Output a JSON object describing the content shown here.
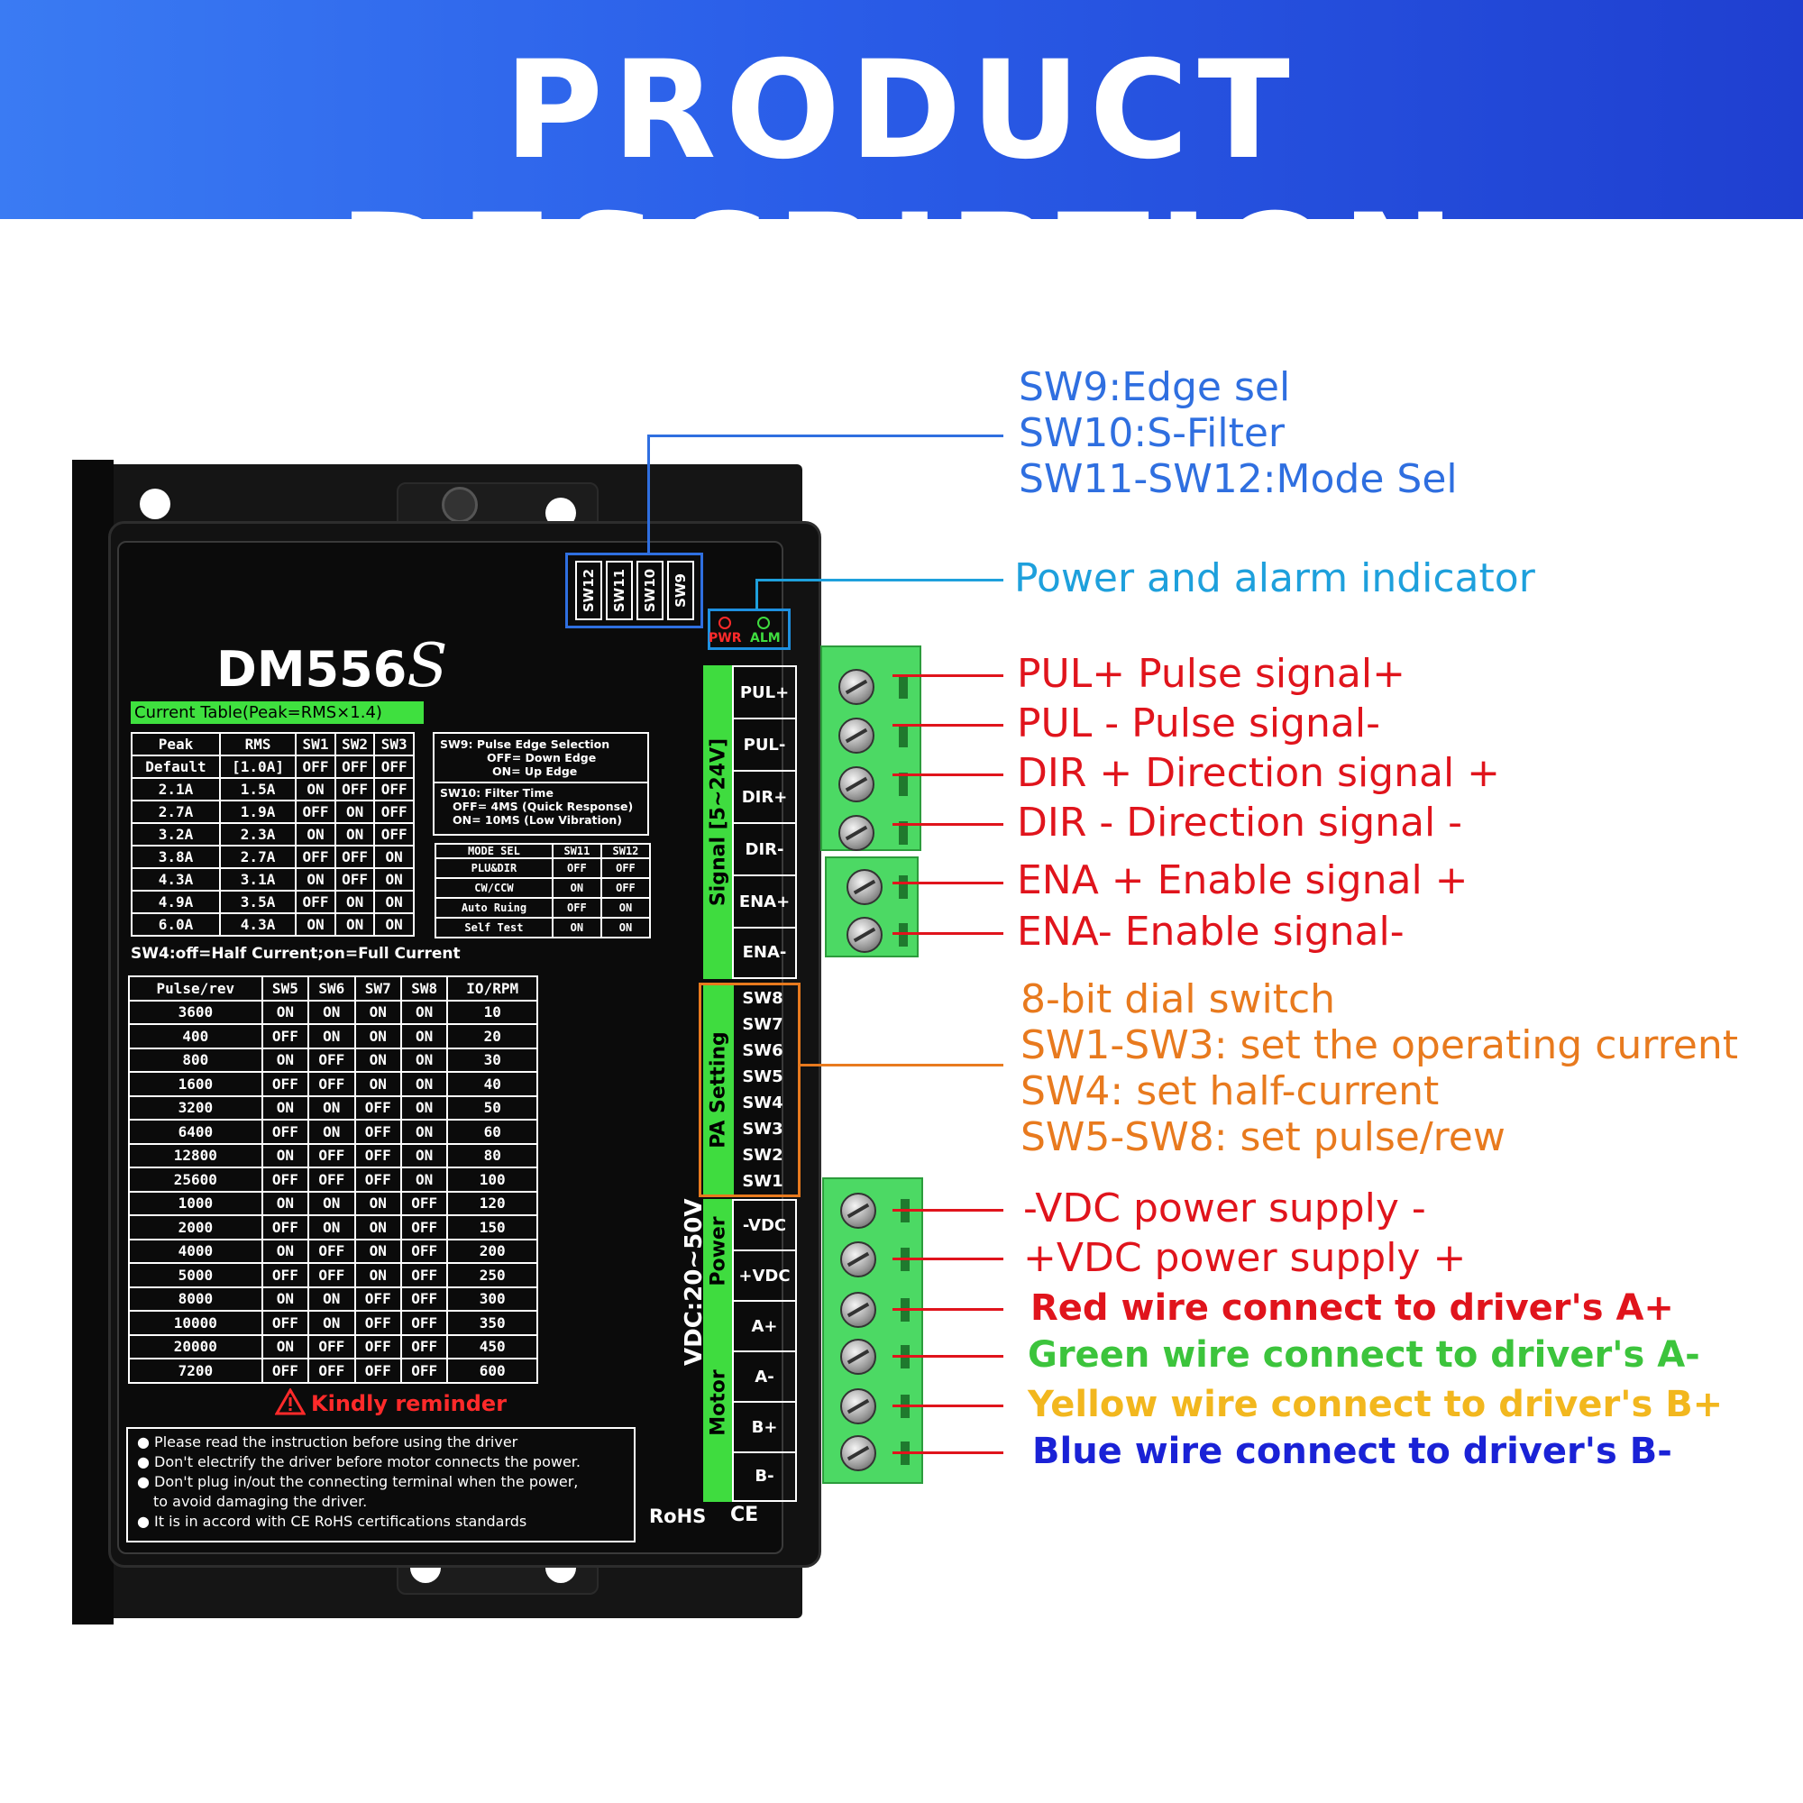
{
  "banner": {
    "title": "PRODUCT DESCRIPTION",
    "bg_start": "#3a7bf3",
    "bg_end": "#1f3fd0"
  },
  "device": {
    "model": "DM556",
    "model_suffix": "S",
    "current_table_title": "Current Table(Peak=RMS×1.4)",
    "current_table": {
      "headers": [
        "Peak",
        "RMS",
        "SW1",
        "SW2",
        "SW3"
      ],
      "rows": [
        [
          "Default",
          "[1.0A]",
          "OFF",
          "OFF",
          "OFF"
        ],
        [
          "2.1A",
          "1.5A",
          "ON",
          "OFF",
          "OFF"
        ],
        [
          "2.7A",
          "1.9A",
          "OFF",
          "ON",
          "OFF"
        ],
        [
          "3.2A",
          "2.3A",
          "ON",
          "ON",
          "OFF"
        ],
        [
          "3.8A",
          "2.7A",
          "OFF",
          "OFF",
          "ON"
        ],
        [
          "4.3A",
          "3.1A",
          "ON",
          "OFF",
          "ON"
        ],
        [
          "4.9A",
          "3.5A",
          "OFF",
          "ON",
          "ON"
        ],
        [
          "6.0A",
          "4.3A",
          "ON",
          "ON",
          "ON"
        ]
      ]
    },
    "sw9_note": [
      "SW9: Pulse Edge Selection",
      "OFF= Down Edge",
      "ON= Up Edge"
    ],
    "sw10_note": [
      "SW10: Filter Time",
      "OFF= 4MS (Quick Response)",
      "ON= 10MS (Low Vibration)"
    ],
    "mode_table": {
      "headers": [
        "MODE SEL",
        "SW11",
        "SW12"
      ],
      "rows": [
        [
          "PLU&DIR",
          "OFF",
          "OFF"
        ],
        [
          "CW/CCW",
          "ON",
          "OFF"
        ],
        [
          "Auto Ruing",
          "OFF",
          "ON"
        ],
        [
          "Self Test",
          "ON",
          "ON"
        ]
      ]
    },
    "sw4_note": "SW4:off=Half Current;on=Full Current",
    "pulse_table": {
      "headers": [
        "Pulse/rev",
        "SW5",
        "SW6",
        "SW7",
        "SW8",
        "IO/RPM"
      ],
      "rows": [
        [
          "3600",
          "ON",
          "ON",
          "ON",
          "ON",
          "10"
        ],
        [
          "400",
          "OFF",
          "ON",
          "ON",
          "ON",
          "20"
        ],
        [
          "800",
          "ON",
          "OFF",
          "ON",
          "ON",
          "30"
        ],
        [
          "1600",
          "OFF",
          "OFF",
          "ON",
          "ON",
          "40"
        ],
        [
          "3200",
          "ON",
          "ON",
          "OFF",
          "ON",
          "50"
        ],
        [
          "6400",
          "OFF",
          "ON",
          "OFF",
          "ON",
          "60"
        ],
        [
          "12800",
          "ON",
          "OFF",
          "OFF",
          "ON",
          "80"
        ],
        [
          "25600",
          "OFF",
          "OFF",
          "OFF",
          "ON",
          "100"
        ],
        [
          "1000",
          "ON",
          "ON",
          "ON",
          "OFF",
          "120"
        ],
        [
          "2000",
          "OFF",
          "ON",
          "ON",
          "OFF",
          "150"
        ],
        [
          "4000",
          "ON",
          "OFF",
          "ON",
          "OFF",
          "200"
        ],
        [
          "5000",
          "OFF",
          "OFF",
          "ON",
          "OFF",
          "250"
        ],
        [
          "8000",
          "ON",
          "ON",
          "OFF",
          "OFF",
          "300"
        ],
        [
          "10000",
          "OFF",
          "ON",
          "OFF",
          "OFF",
          "350"
        ],
        [
          "20000",
          "ON",
          "OFF",
          "OFF",
          "OFF",
          "450"
        ],
        [
          "7200",
          "OFF",
          "OFF",
          "OFF",
          "OFF",
          "600"
        ]
      ]
    },
    "reminder_title": "Kindly reminder",
    "reminder_icon": "warning-triangle-icon",
    "reminders": [
      "Please read the instruction before using the driver",
      "Don't electrify the driver before motor connects the power.",
      "Don't plug in/out the connecting terminal when the power,",
      "to avoid damaging the driver.",
      "It is in accord with CE RoHS certifications standards"
    ],
    "rohs": "RoHS",
    "ce": "CE",
    "switch_labels": [
      "SW12",
      "SW11",
      "SW10",
      "SW9"
    ],
    "led_labels": [
      "PWR",
      "ALM"
    ],
    "signal_label": "Signal [5~24V]",
    "signal_terminals": [
      "PUL+",
      "PUL-",
      "DIR+",
      "DIR-",
      "ENA+",
      "ENA-"
    ],
    "pa_label": "PA Setting",
    "pa_switches": [
      "SW8",
      "SW7",
      "SW6",
      "SW5",
      "SW4",
      "SW3",
      "SW2",
      "SW1"
    ],
    "vdc_label": "VDC:20~50V",
    "power_label": "Power",
    "power_terminals": [
      "-VDC",
      "+VDC"
    ],
    "motor_label": "Motor",
    "motor_terminals": [
      "A+",
      "A-",
      "B+",
      "B-"
    ]
  },
  "callouts": {
    "switch_lines": [
      "SW9:Edge sel",
      "SW10:S-Filter",
      "SW11-SW12:Mode Sel"
    ],
    "indicator": "Power and alarm indicator",
    "signals": [
      "PUL+ Pulse signal+",
      "PUL - Pulse signal-",
      "DIR + Direction signal +",
      "DIR - Direction signal -",
      "ENA + Enable signal +",
      "ENA- Enable signal-"
    ],
    "dial_lines": [
      "8-bit dial switch",
      "SW1-SW3: set the operating current",
      "SW4: set half-current",
      "SW5-SW8: set pulse/rew"
    ],
    "power": [
      "-VDC power supply -",
      "+VDC power supply +"
    ],
    "wires": [
      {
        "text": "Red wire connect to driver's A+",
        "color": "#e0141c"
      },
      {
        "text": "Green wire connect to driver's A-",
        "color": "#3cc43c"
      },
      {
        "text": "Yellow wire connect to driver's B+",
        "color": "#f2b71e"
      },
      {
        "text": "Blue wire connect to driver's B-",
        "color": "#1a22d6"
      }
    ]
  },
  "colors": {
    "blue": "#2f6fe0",
    "cyan": "#1ea0dc",
    "red": "#e0141c",
    "orange": "#e87a1e",
    "terminal_green": "#4cd964"
  }
}
